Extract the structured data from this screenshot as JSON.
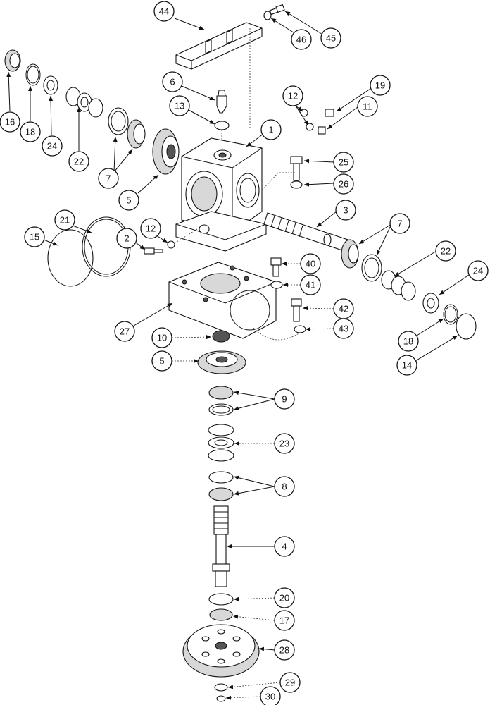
{
  "callouts": [
    {
      "label": "44"
    },
    {
      "label": "45"
    },
    {
      "label": "46"
    },
    {
      "label": "16"
    },
    {
      "label": "18"
    },
    {
      "label": "24"
    },
    {
      "label": "22"
    },
    {
      "label": "7"
    },
    {
      "label": "5"
    },
    {
      "label": "6"
    },
    {
      "label": "13"
    },
    {
      "label": "1"
    },
    {
      "label": "12"
    },
    {
      "label": "19"
    },
    {
      "label": "11"
    },
    {
      "label": "25"
    },
    {
      "label": "26"
    },
    {
      "label": "21"
    },
    {
      "label": "15"
    },
    {
      "label": "2"
    },
    {
      "label": "12"
    },
    {
      "label": "3"
    },
    {
      "label": "7"
    },
    {
      "label": "22"
    },
    {
      "label": "24"
    },
    {
      "label": "18"
    },
    {
      "label": "14"
    },
    {
      "label": "40"
    },
    {
      "label": "41"
    },
    {
      "label": "42"
    },
    {
      "label": "43"
    },
    {
      "label": "27"
    },
    {
      "label": "10"
    },
    {
      "label": "5"
    },
    {
      "label": "9"
    },
    {
      "label": "23"
    },
    {
      "label": "8"
    },
    {
      "label": "4"
    },
    {
      "label": "20"
    },
    {
      "label": "17"
    },
    {
      "label": "28"
    },
    {
      "label": "29"
    },
    {
      "label": "30"
    }
  ]
}
